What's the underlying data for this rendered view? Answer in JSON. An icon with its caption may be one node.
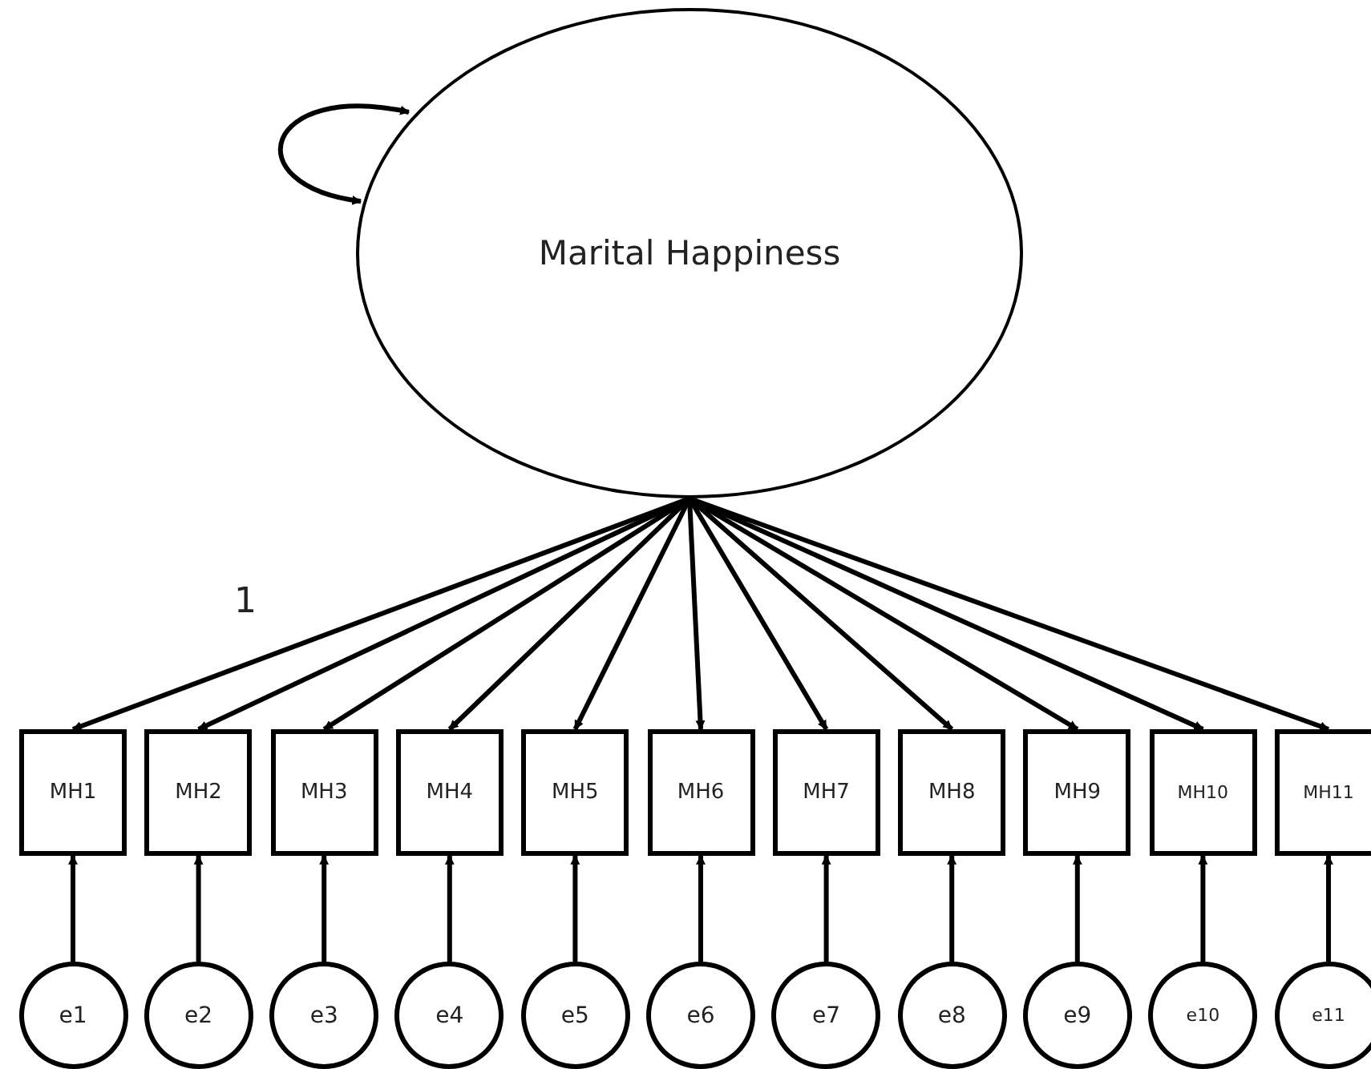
{
  "diagram": {
    "nodes": [
      {
        "text": [
          "Marital Happiness"
        ]
      },
      {
        "text": [
          "MH1"
        ]
      },
      {
        "text": [
          "MH2"
        ]
      },
      {
        "text": [
          "MH3"
        ]
      },
      {
        "text": [
          "MH4"
        ]
      },
      {
        "text": [
          "MH5"
        ]
      },
      {
        "text": [
          "MH6"
        ]
      },
      {
        "text": [
          "MH7"
        ]
      },
      {
        "text": [
          "MH8"
        ]
      },
      {
        "text": [
          "MH9"
        ]
      },
      {
        "text": [
          "MH10"
        ]
      },
      {
        "text": [
          "MH11"
        ]
      },
      {
        "text": [
          "e1"
        ]
      },
      {
        "text": [
          "e2"
        ]
      },
      {
        "text": [
          "e3"
        ]
      },
      {
        "text": [
          "e4"
        ]
      },
      {
        "text": [
          "e5"
        ]
      },
      {
        "text": [
          "e6"
        ]
      },
      {
        "text": [
          "e7"
        ]
      },
      {
        "text": [
          "e8"
        ]
      },
      {
        "text": [
          "e9"
        ]
      },
      {
        "text": [
          "e10"
        ]
      },
      {
        "text": [
          "e11"
        ]
      }
    ],
    "edges": [
      {
        "from": 0,
        "to": 0,
        "arrow": "both"
      },
      {
        "from": 0,
        "to": 1,
        "arrow": "to",
        "label": "1"
      },
      {
        "from": 0,
        "to": 2,
        "arrow": "to"
      },
      {
        "from": 0,
        "to": 3,
        "arrow": "to"
      },
      {
        "from": 0,
        "to": 4,
        "arrow": "to"
      },
      {
        "from": 0,
        "to": 5,
        "arrow": "to"
      },
      {
        "from": 0,
        "to": 6,
        "arrow": "to"
      },
      {
        "from": 0,
        "to": 7,
        "arrow": "to"
      },
      {
        "from": 0,
        "to": 8,
        "arrow": "to"
      },
      {
        "from": 0,
        "to": 9,
        "arrow": "to"
      },
      {
        "from": 0,
        "to": 10,
        "arrow": "to"
      },
      {
        "from": 0,
        "to": 11,
        "arrow": "to"
      },
      {
        "from": 12,
        "to": 1,
        "arrow": "to"
      },
      {
        "from": 13,
        "to": 2,
        "arrow": "to"
      },
      {
        "from": 14,
        "to": 3,
        "arrow": "to"
      },
      {
        "from": 15,
        "to": 4,
        "arrow": "to"
      },
      {
        "from": 16,
        "to": 5,
        "arrow": "to"
      },
      {
        "from": 17,
        "to": 6,
        "arrow": "to"
      },
      {
        "from": 18,
        "to": 7,
        "arrow": "to"
      },
      {
        "from": 19,
        "to": 8,
        "arrow": "to"
      },
      {
        "from": 20,
        "to": 9,
        "arrow": "to"
      },
      {
        "from": 21,
        "to": 10,
        "arrow": "to"
      },
      {
        "from": 22,
        "to": 11,
        "arrow": "to"
      }
    ]
  }
}
